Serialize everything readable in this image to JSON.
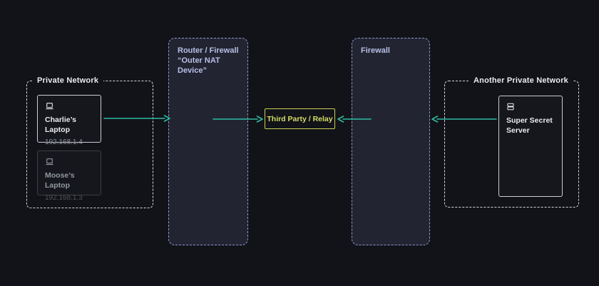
{
  "colors": {
    "background": "#121318",
    "box_fill": "#222531",
    "lavender": "#8e93cf",
    "lavender_text": "#b8bee7",
    "teal": "#2dbba2",
    "yellow": "#c9cf55",
    "yellow_text": "#d7dd68",
    "card_border": "#cbcdd3",
    "card_text": "#eaebef",
    "ip_text": "#8f939b",
    "dim_border": "#3b3e45",
    "dim_text": "#9298a0",
    "dim_ip": "#4e5258",
    "group_border": "#d4d5da"
  },
  "groups": {
    "private_network": {
      "label": "Private Network"
    },
    "another_private_network": {
      "label": "Another Private Network"
    }
  },
  "nodes": {
    "charlies_laptop": {
      "name": "Charlie’s Laptop",
      "ip": "192.168.1.4"
    },
    "mooses_laptop": {
      "name": "Moose’s Laptop",
      "ip": "192.168.1.3"
    },
    "router_firewall": {
      "title": "Router / Firewall",
      "subtitle": "“Outer NAT Device”"
    },
    "third_party_relay": {
      "label": "Third Party / Relay"
    },
    "firewall": {
      "label": "Firewall"
    },
    "super_secret_server": {
      "name": "Super Secret Server"
    }
  },
  "icons": {
    "laptop": "laptop-icon",
    "server": "server-icon"
  }
}
